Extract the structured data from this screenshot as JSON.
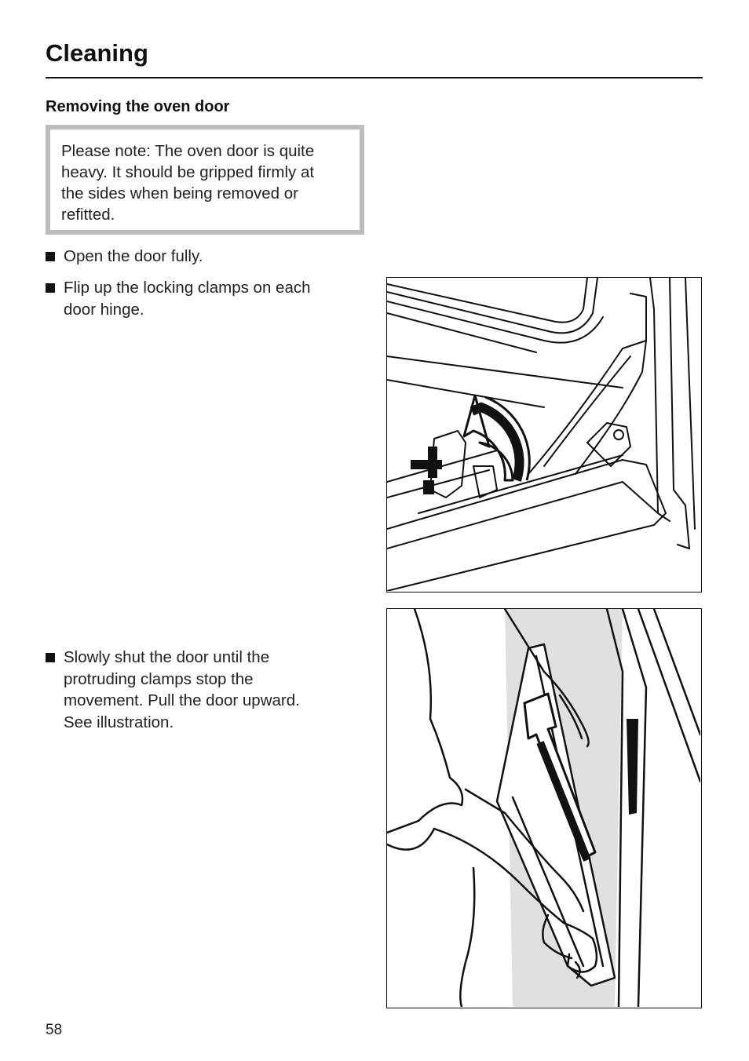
{
  "header": {
    "title": "Cleaning"
  },
  "section": {
    "heading": "Removing the oven door"
  },
  "note": {
    "text": "Please note: The oven door is quite\nheavy. It should be gripped firmly at\nthe sides when being removed or\nrefitted."
  },
  "steps": [
    {
      "text": "Open the door fully."
    },
    {
      "text": "Flip up the locking clamps on each\ndoor hinge."
    },
    {
      "text": "Slowly shut the door until the\nprotruding clamps stop the\nmovement. Pull the door upward.\nSee illustration."
    }
  ],
  "footer": {
    "page_number": "58"
  }
}
